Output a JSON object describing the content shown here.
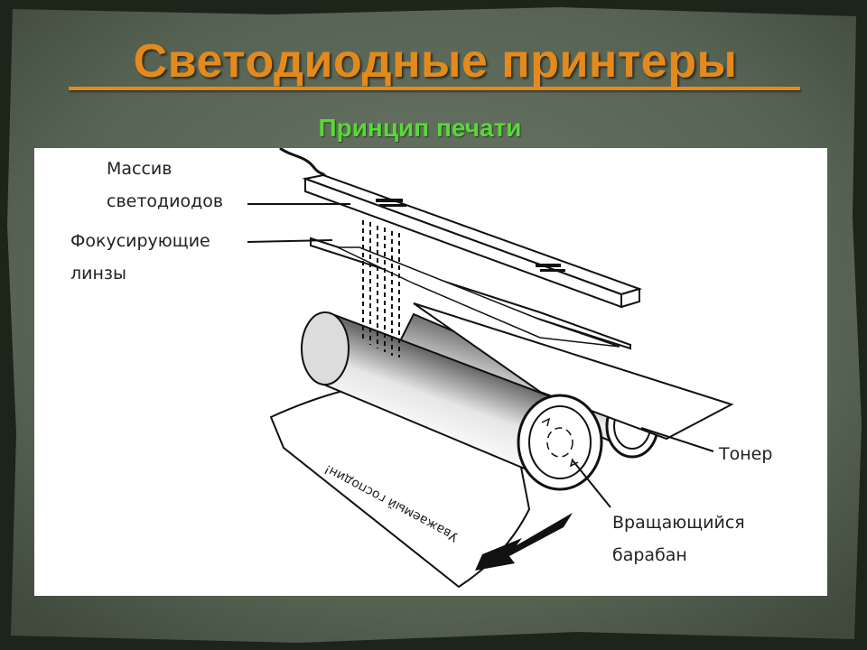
{
  "slide": {
    "title": "Светодиодные принтеры",
    "subtitle": "Принцип печати"
  },
  "colors": {
    "title": "#e48a1c",
    "subtitle": "#59d838",
    "frame": "#4e5a4b",
    "border": "#141a12",
    "panel": "#ffffff"
  },
  "diagram": {
    "labels": {
      "led_array_line1": "Массив",
      "led_array_line2": "светодиодов",
      "lenses_line1": "Фокусирующие",
      "lenses_line2": "линзы",
      "toner": "Тонер",
      "drum_line1": "Вращающийся",
      "drum_line2": "барабан",
      "paper_text": "Уважаемый господин!"
    },
    "icons": [
      "led-array-bar",
      "focusing-lens",
      "drum-icon",
      "toner-roller-icon",
      "paper-sheet",
      "paper-direction-arrow"
    ]
  }
}
